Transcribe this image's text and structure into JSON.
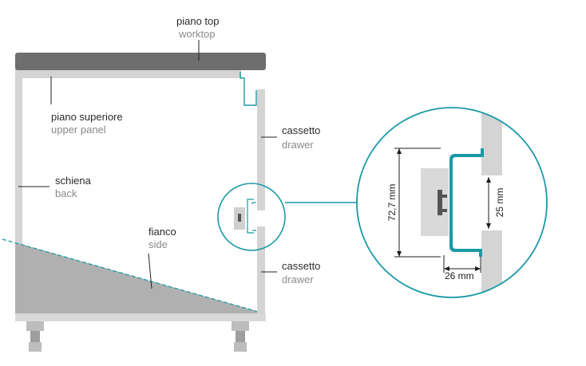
{
  "labels": {
    "worktop": {
      "it": "piano top",
      "en": "worktop"
    },
    "upper_panel": {
      "it": "piano superiore",
      "en": "upper panel"
    },
    "drawer_top": {
      "it": "cassetto",
      "en": "drawer"
    },
    "back": {
      "it": "schiena",
      "en": "back"
    },
    "side": {
      "it": "fianco",
      "en": "side"
    },
    "drawer_bottom": {
      "it": "cassetto",
      "en": "drawer"
    }
  },
  "dimensions": {
    "height": "72,7 mm",
    "gap": "25 mm",
    "depth": "26 mm"
  },
  "colors": {
    "accent": "#1a9aa6",
    "panel": "#d4d4d4",
    "panel_dark": "#6e6e6e",
    "leader": "#222222"
  }
}
